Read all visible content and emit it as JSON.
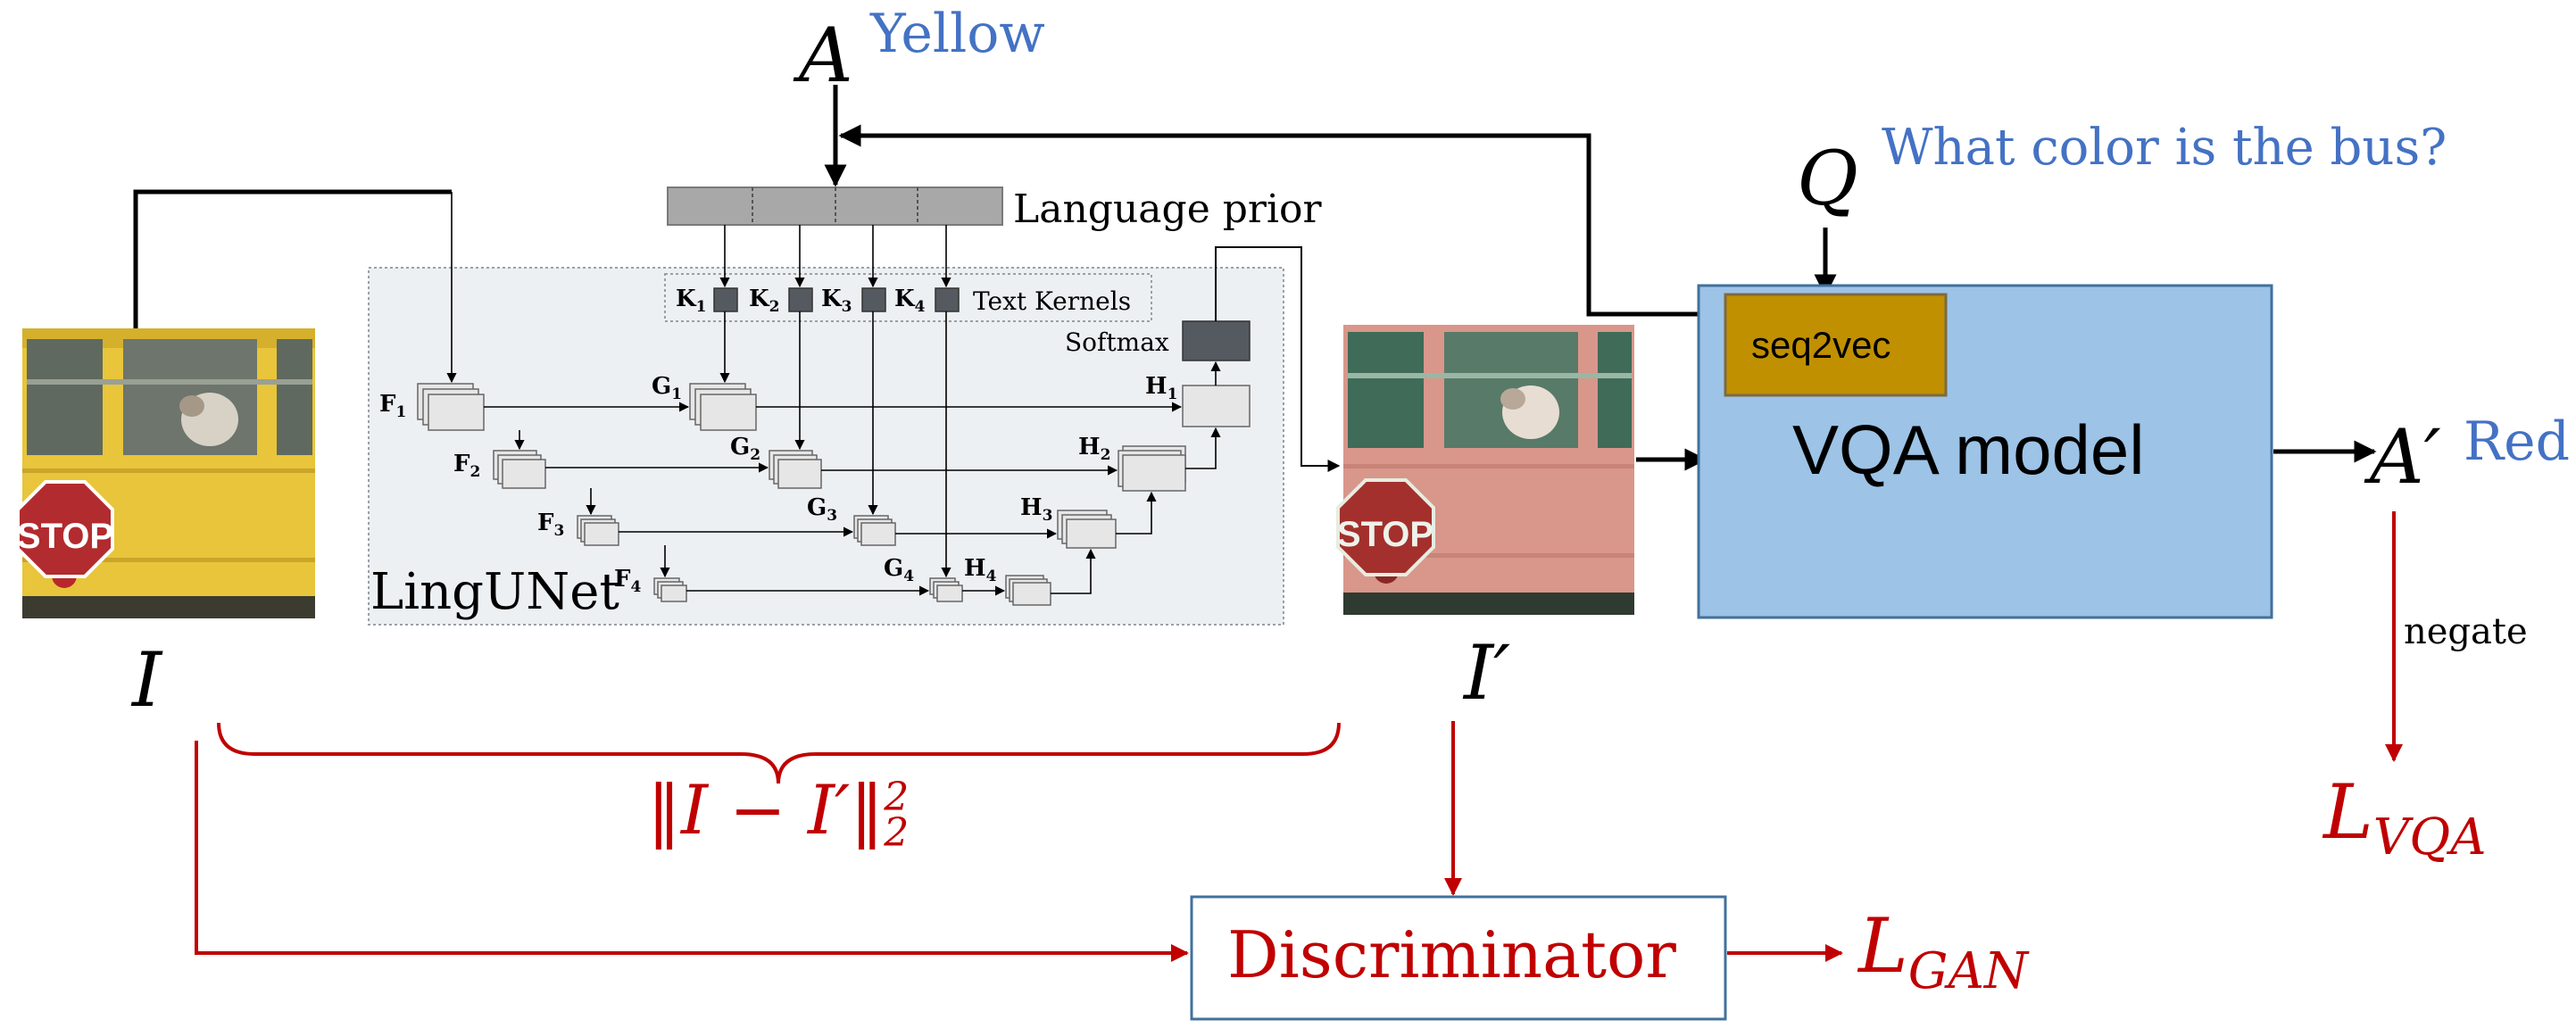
{
  "labels": {
    "answer_symbol": "A",
    "answer_value": "Yellow",
    "question_symbol": "Q",
    "question_text": "What color is the bus?",
    "language_prior": "Language prior",
    "text_kernels": "Text Kernels",
    "softmax": "Softmax",
    "lingunet": "LingUNet",
    "seq2vec": "seq2vec",
    "vqa_model": "VQA model",
    "pred_symbol": "A′",
    "pred_value": "Red",
    "negate": "negate",
    "input_symbol": "I",
    "output_symbol": "I′",
    "recon_loss": "‖I − I′‖",
    "recon_sup": "2",
    "recon_sub": "2",
    "discriminator": "Discriminator",
    "loss_vqa_main": "L",
    "loss_vqa_sub": "VQA",
    "loss_gan_main": "L",
    "loss_gan_sub": "GAN",
    "stop_sign": "STOP",
    "stop_sign_2": "STOP"
  },
  "kernels": [
    {
      "main": "K",
      "sub": "1"
    },
    {
      "main": "K",
      "sub": "2"
    },
    {
      "main": "K",
      "sub": "3"
    },
    {
      "main": "K",
      "sub": "4"
    }
  ],
  "features": [
    {
      "main": "F",
      "sub": "1"
    },
    {
      "main": "F",
      "sub": "2"
    },
    {
      "main": "F",
      "sub": "3"
    },
    {
      "main": "F",
      "sub": "4"
    }
  ],
  "gated": [
    {
      "main": "G",
      "sub": "1"
    },
    {
      "main": "G",
      "sub": "2"
    },
    {
      "main": "G",
      "sub": "3"
    },
    {
      "main": "G",
      "sub": "4"
    }
  ],
  "hidden": [
    {
      "main": "H",
      "sub": "1"
    },
    {
      "main": "H",
      "sub": "2"
    },
    {
      "main": "H",
      "sub": "3"
    },
    {
      "main": "H",
      "sub": "4"
    }
  ],
  "colors": {
    "blue_text": "#4472c4",
    "red_loss": "#c00000",
    "vqa_fill": "#9dc3e6",
    "vqa_stroke": "#41719c",
    "seq2vec_fill": "#c09000",
    "lingunet_bg": "#edf0f3",
    "bus_yellow": "#e8c53a",
    "bus_pink": "#d9968a"
  }
}
